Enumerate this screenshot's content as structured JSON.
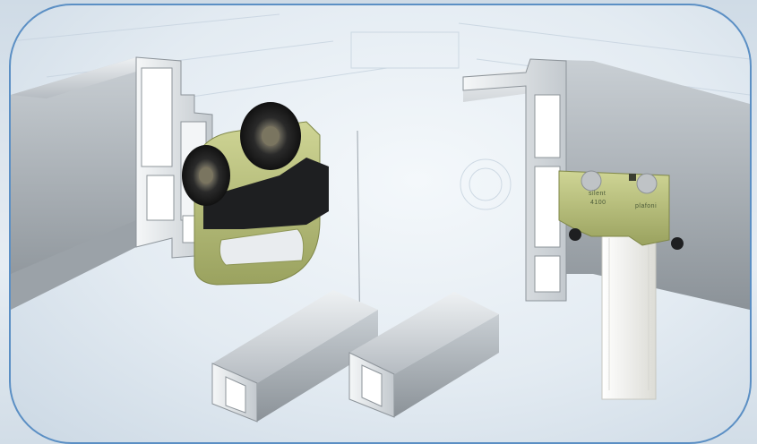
{
  "scene": {
    "subject": "ceiling-track-curtain-system",
    "colors": {
      "frame_border": "#5b8fc4",
      "aluminium_light": "#d9dde1",
      "aluminium_mid": "#b7bdc3",
      "aluminium_dark": "#868d94",
      "carriage_green": "#b9c07a",
      "carriage_green_dark": "#8e9656",
      "black_part": "#1e1f21",
      "curtain_tape": "#eeeeea"
    }
  },
  "glider": {
    "line1": "silent",
    "line2": "4100",
    "side_mark": "plafoni"
  }
}
